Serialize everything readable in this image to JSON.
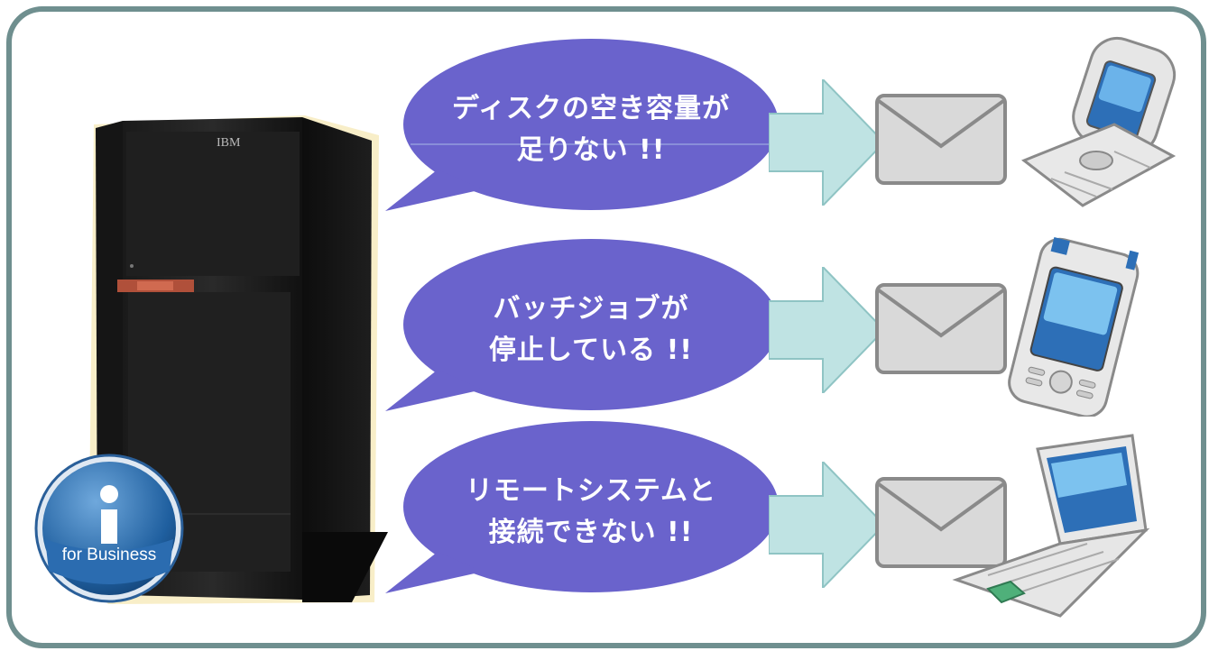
{
  "server": {
    "brand": "IBM"
  },
  "badge": {
    "letter": "i",
    "label": "for Business"
  },
  "alerts": [
    {
      "line1": "ディスクの空き容量が",
      "line2": "足りない !!",
      "device": "flip-phone-icon"
    },
    {
      "line1": "バッチジョブが",
      "line2": "停止している !!",
      "device": "pda-phone-icon"
    },
    {
      "line1": "リモートシステムと",
      "line2": "接続できない !!",
      "device": "laptop-icon"
    }
  ],
  "colors": {
    "frame": "#6f8f8f",
    "bubble": "#6a63cc",
    "arrow": "#bfe3e3",
    "envelope": "#d9d9d9"
  }
}
